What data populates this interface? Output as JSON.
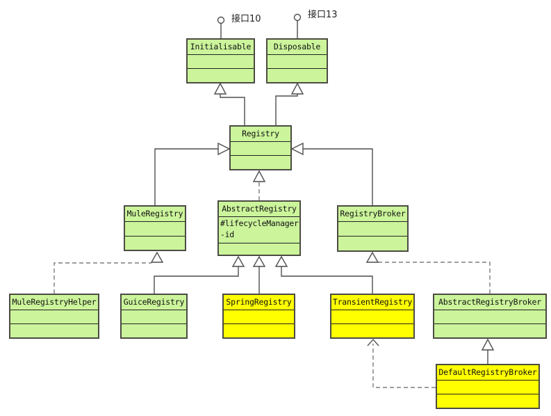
{
  "diagram": {
    "kind": "uml-class-diagram",
    "colors": {
      "green_fill": "#cbf49b",
      "yellow_fill": "#ffff00",
      "box_border": "#4b4b43",
      "solid_connector": "#4d4d4d",
      "dashed_connector": "#7d7d7d",
      "background": "#ffffff"
    },
    "lollipops": [
      {
        "label": "接口10",
        "interface": "Initialisable"
      },
      {
        "label": "接口13",
        "interface": "Disposable"
      }
    ],
    "nodes": {
      "initialisable": {
        "name": "Initialisable",
        "color": "green",
        "attributes": [],
        "methods": []
      },
      "disposable": {
        "name": "Disposable",
        "color": "green",
        "attributes": [],
        "methods": []
      },
      "registry": {
        "name": "Registry",
        "color": "green",
        "attributes": [],
        "methods": []
      },
      "muleRegistry": {
        "name": "MuleRegistry",
        "color": "green",
        "attributes": [],
        "methods": []
      },
      "abstractRegistry": {
        "name": "AbstractRegistry",
        "color": "green",
        "attributes": [
          "#lifecycleManager",
          "-id"
        ],
        "methods": []
      },
      "registryBroker": {
        "name": "RegistryBroker",
        "color": "green",
        "attributes": [],
        "methods": []
      },
      "muleRegistryHelper": {
        "name": "MuleRegistryHelper",
        "color": "green",
        "attributes": [],
        "methods": []
      },
      "guiceRegistry": {
        "name": "GuiceRegistry",
        "color": "green",
        "attributes": [],
        "methods": []
      },
      "springRegistry": {
        "name": "SpringRegistry",
        "color": "yellow",
        "attributes": [],
        "methods": []
      },
      "transientRegistry": {
        "name": "TransientRegistry",
        "color": "yellow",
        "attributes": [],
        "methods": []
      },
      "abstractRegistryBroker": {
        "name": "AbstractRegistryBroker",
        "color": "green",
        "attributes": [],
        "methods": []
      },
      "defaultRegistryBroker": {
        "name": "DefaultRegistryBroker",
        "color": "yellow",
        "attributes": [],
        "methods": []
      }
    },
    "relationships": [
      {
        "from": "Registry",
        "to": "Initialisable",
        "type": "generalization",
        "line": "solid"
      },
      {
        "from": "Registry",
        "to": "Disposable",
        "type": "generalization",
        "line": "solid"
      },
      {
        "from": "MuleRegistry",
        "to": "Registry",
        "type": "generalization",
        "line": "solid"
      },
      {
        "from": "RegistryBroker",
        "to": "Registry",
        "type": "generalization",
        "line": "solid"
      },
      {
        "from": "AbstractRegistry",
        "to": "Registry",
        "type": "realization",
        "line": "dashed"
      },
      {
        "from": "MuleRegistryHelper",
        "to": "MuleRegistry",
        "type": "realization",
        "line": "dashed"
      },
      {
        "from": "GuiceRegistry",
        "to": "AbstractRegistry",
        "type": "generalization",
        "line": "solid"
      },
      {
        "from": "SpringRegistry",
        "to": "AbstractRegistry",
        "type": "generalization",
        "line": "solid"
      },
      {
        "from": "TransientRegistry",
        "to": "AbstractRegistry",
        "type": "generalization",
        "line": "solid"
      },
      {
        "from": "AbstractRegistryBroker",
        "to": "RegistryBroker",
        "type": "realization",
        "line": "dashed"
      },
      {
        "from": "DefaultRegistryBroker",
        "to": "AbstractRegistryBroker",
        "type": "generalization",
        "line": "solid"
      },
      {
        "from": "DefaultRegistryBroker",
        "to": "TransientRegistry",
        "type": "dependency",
        "line": "dashed"
      }
    ]
  }
}
